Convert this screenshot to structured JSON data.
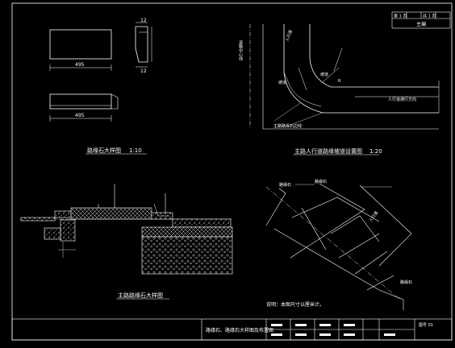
{
  "sheet": {
    "header_cells": [
      "第 1 页",
      "共 1 页"
    ],
    "header_label": "主编",
    "footer_title": "路缘石、路缘石大样图及布置图",
    "footer_drawing_no": "图号 01"
  },
  "view_curb_detail": {
    "title": "路缘石大样图",
    "scale": "1:10",
    "dim_top_width": "495",
    "dim_bottom_width": "495",
    "dim_side_a": "12",
    "dim_side_b": "12"
  },
  "view_plan": {
    "title": "主路人行道路缘坡道设置图",
    "scale": "1:20",
    "label_sidewalk": "人行道",
    "label_crosswalk_a": "坡道",
    "label_crosswalk_b": "坡道",
    "label_direction": "人行道通行方向",
    "label_main_road_edge": "主路路缘石边线",
    "label_road_center": "道路中心线",
    "label_radius": "R"
  },
  "view_section": {
    "title": "主路路缘石大样图"
  },
  "view_layout": {
    "label_curb_a": "路缘石",
    "label_curb_b": "路缘石",
    "label_sidewalk": "人行道",
    "label_kerb_end": "路缘石",
    "note": "说明：本图尺寸以厘米计。"
  }
}
